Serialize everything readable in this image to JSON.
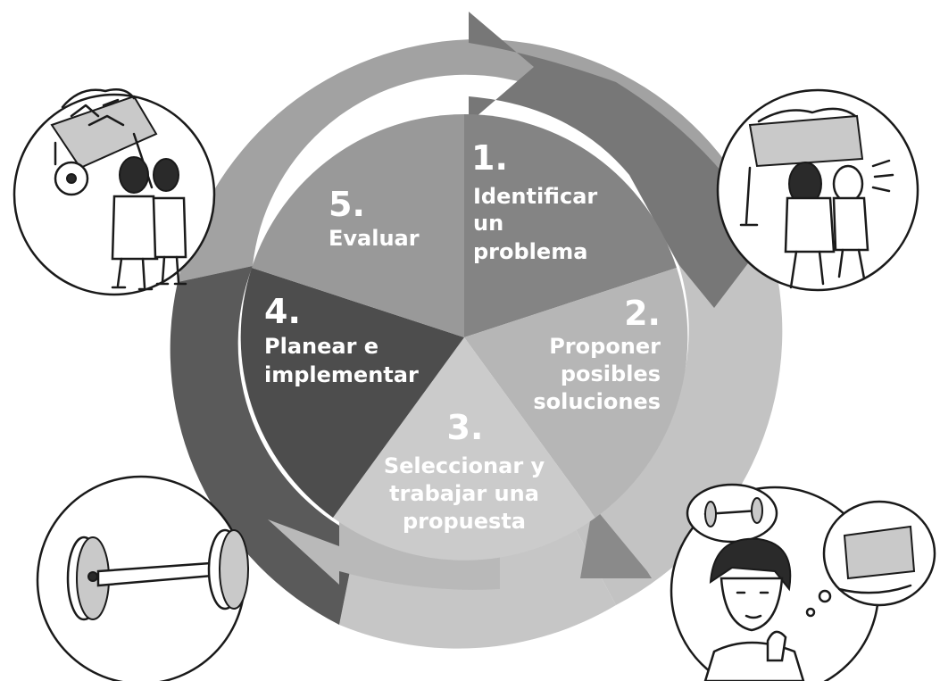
{
  "diagram": {
    "steps": [
      {
        "number": "1.",
        "lines": [
          "Identificar",
          "un",
          "problema"
        ],
        "color": "#848484"
      },
      {
        "number": "2.",
        "lines": [
          "Proponer",
          "posibles",
          "soluciones"
        ],
        "color": "#b6b6b6"
      },
      {
        "number": "3.",
        "lines": [
          "Seleccionar y",
          "trabajar una",
          "propuesta"
        ],
        "color": "#cbcbcb"
      },
      {
        "number": "4.",
        "lines": [
          "Planear e",
          "implementar"
        ],
        "color": "#4d4d4d"
      },
      {
        "number": "5.",
        "lines": [
          "Evaluar"
        ],
        "color": "#999999"
      }
    ],
    "illustrations": [
      {
        "icon": "cart-pulling-children-illustration"
      },
      {
        "icon": "cart-pushing-children-illustration"
      },
      {
        "icon": "thinking-boy-illustration"
      },
      {
        "icon": "axle-wheels-illustration"
      }
    ],
    "colors": {
      "ring_band": "#a2a2a2",
      "ring_light": "#c3c3c3",
      "ring_dark": "#5a5a5a",
      "arrow_dark": "#777777",
      "arrow_light": "#b9b9b9"
    }
  }
}
